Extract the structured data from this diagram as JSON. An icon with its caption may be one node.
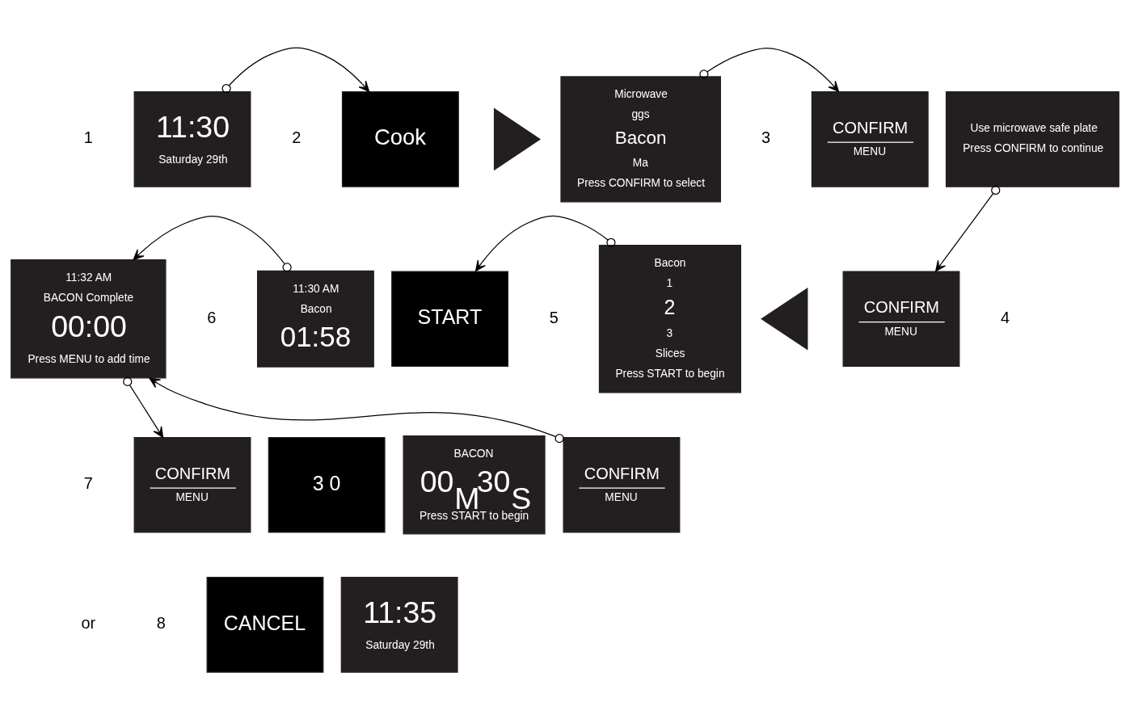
{
  "diagram": {
    "nodes": [
      {
        "text": [
          "11:30",
          "Saturday 29th"
        ]
      },
      {
        "text": [
          "Cook"
        ]
      },
      {
        "text": [],
        "shape": "triangle"
      },
      {
        "text": [
          "Microwave",
          "ggs",
          "Bacon",
          "Ma",
          "Press CONFIRM to select"
        ]
      },
      {
        "text": [
          "CONFIRM",
          "MENU"
        ]
      },
      {
        "text": [
          "Use microwave safe plate",
          "Press CONFIRM to continue"
        ]
      },
      {
        "text": [
          "CONFIRM",
          "MENU"
        ]
      },
      {
        "text": [],
        "shape": "triangle"
      },
      {
        "text": [
          "Bacon",
          "1",
          "2",
          "3",
          "Slices",
          "Press START to begin"
        ]
      },
      {
        "text": [
          "START"
        ]
      },
      {
        "text": [
          "11:30 AM",
          "Bacon",
          "01:58"
        ]
      },
      {
        "text": [
          "11:32 AM",
          "BACON Complete",
          "00:00",
          "Press MENU to add time"
        ]
      },
      {
        "text": [
          "CONFIRM",
          "MENU"
        ]
      },
      {
        "text": [
          "3 0"
        ]
      },
      {
        "text": [
          "BACON",
          "00$_{M}$30$_{S}$",
          "Press START to begin"
        ]
      },
      {
        "text": [
          "CONFIRM",
          "MENU"
        ]
      },
      {
        "text": [
          "CANCEL"
        ]
      },
      {
        "text": [
          "11:35",
          "Saturday 29th"
        ]
      }
    ],
    "edges": [
      {
        "from": 0,
        "to": 1,
        "arrow": "to"
      },
      {
        "from": 3,
        "to": 4,
        "arrow": "to"
      },
      {
        "from": 5,
        "to": 6,
        "arrow": "to"
      },
      {
        "from": 8,
        "to": 9,
        "arrow": "to"
      },
      {
        "from": 10,
        "to": 11,
        "arrow": "to"
      },
      {
        "from": 11,
        "to": 12,
        "arrow": "to"
      },
      {
        "from": 15,
        "to": 11,
        "arrow": "to"
      }
    ],
    "labels": [
      "1",
      "2",
      "3",
      "4",
      "5",
      "6",
      "7",
      "8",
      "or"
    ]
  }
}
